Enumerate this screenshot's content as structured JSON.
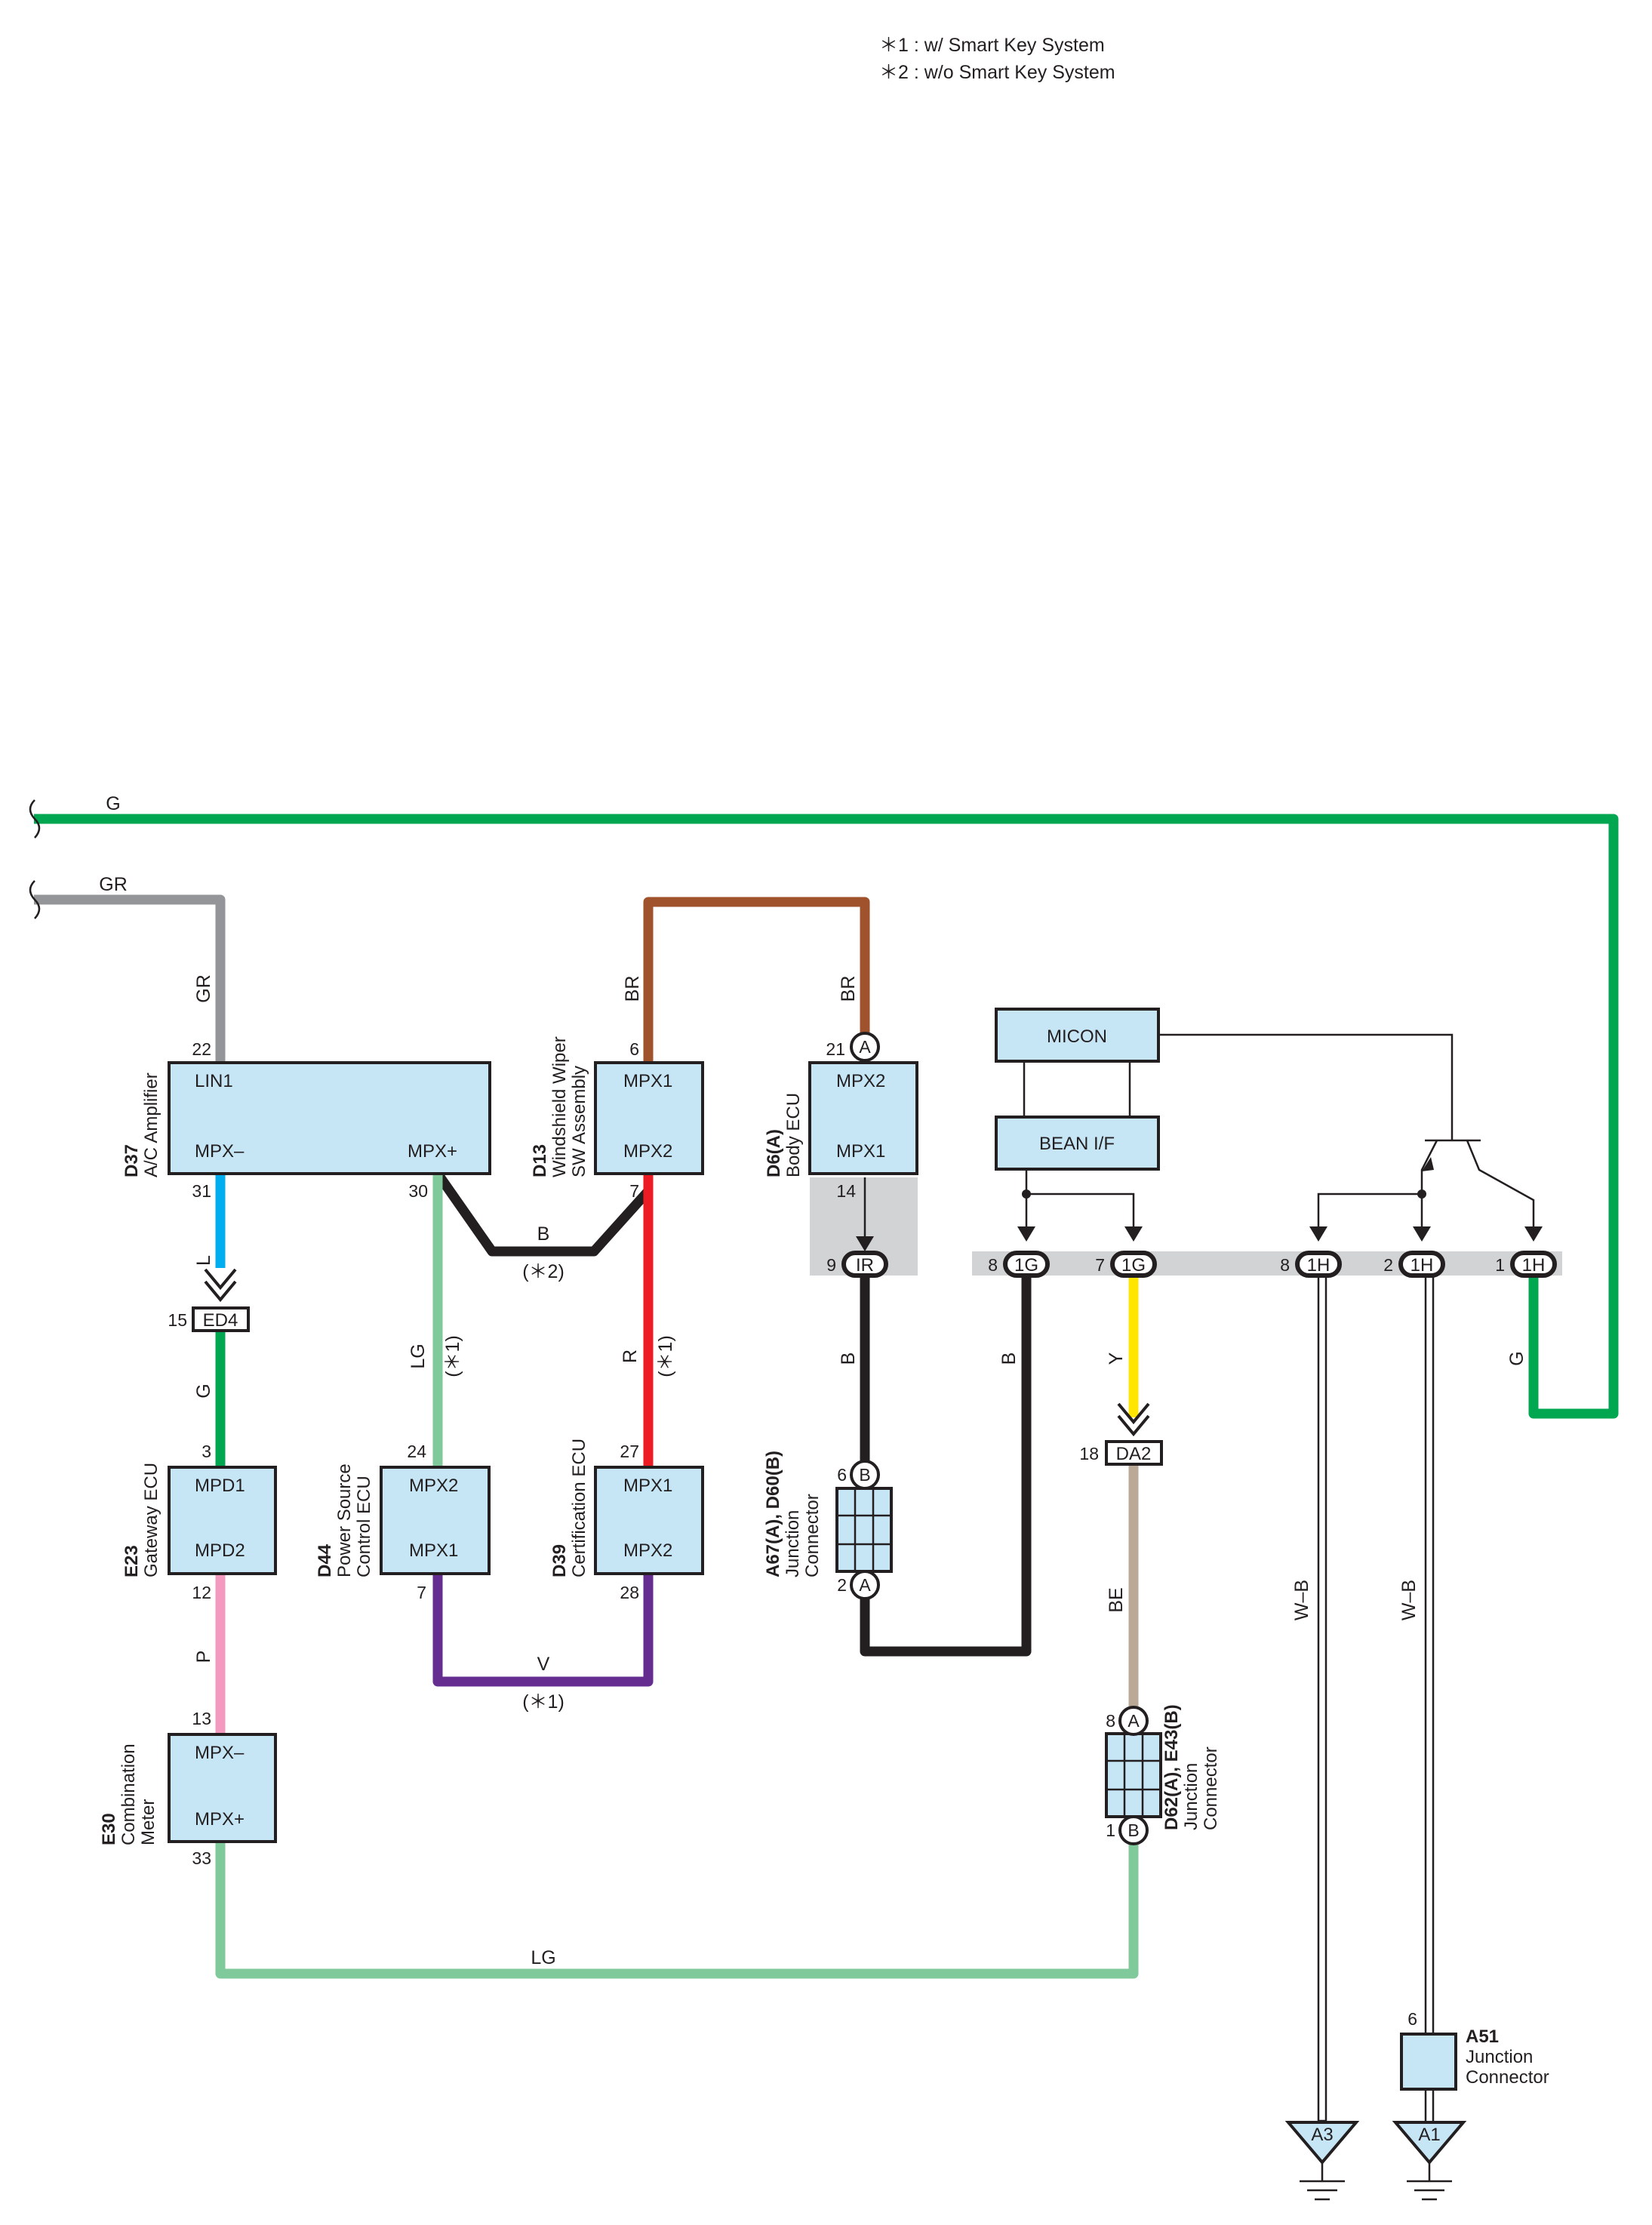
{
  "notes": {
    "note1": "＊1 : w/ Smart Key System",
    "note2": "＊2 : w/o Smart Key System"
  },
  "colors": {
    "G": "#00a650",
    "GR": "#939598",
    "BR": "#a0522d",
    "B": "#231f20",
    "L": "#00aeef",
    "LG": "#7fc99a",
    "R": "#ed1c24",
    "P": "#f49ac1",
    "V": "#662d91",
    "Y": "#ffe600",
    "BE": "#bba997",
    "box": "#c6e6f6",
    "bus": "#d1d3d4"
  },
  "wires": {
    "G": "G",
    "GR": "GR",
    "BR": "BR",
    "B": "B",
    "L": "L",
    "LG": "LG",
    "R": "R",
    "P": "P",
    "V": "V",
    "Y": "Y",
    "BE": "BE",
    "WB": "W–B"
  },
  "marks": {
    "s1": "(＊1)",
    "s2": "(＊2)"
  },
  "components": {
    "d37": {
      "code": "D37",
      "name1": "A/C Amplifier",
      "pin_lin1": "LIN1",
      "pin_mpxm": "MPX–",
      "pin_mpxp": "MPX+"
    },
    "d13": {
      "code": "D13",
      "name1": "Windshield Wiper",
      "name2": "SW Assembly",
      "pin_mpx1": "MPX1",
      "pin_mpx2": "MPX2"
    },
    "d6": {
      "code": "D6(A)",
      "name1": "Body ECU",
      "pin_mpx2": "MPX2",
      "pin_mpx1": "MPX1"
    },
    "micon": {
      "label": "MICON"
    },
    "bean": {
      "label": "BEAN I/F"
    },
    "e23": {
      "code": "E23",
      "name1": "Gateway ECU",
      "pin_mpd1": "MPD1",
      "pin_mpd2": "MPD2"
    },
    "d44": {
      "code": "D44",
      "name1": "Power Source",
      "name2": "Control ECU",
      "pin_mpx2": "MPX2",
      "pin_mpx1": "MPX1"
    },
    "d39": {
      "code": "D39",
      "name1": "Certification ECU",
      "pin_mpx1": "MPX1",
      "pin_mpx2": "MPX2"
    },
    "e30": {
      "code": "E30",
      "name1": "Combination",
      "name2": "Meter",
      "pin_mpxm": "MPX–",
      "pin_mpxp": "MPX+"
    },
    "jc1": {
      "code": "A67(A), D60(B)",
      "name1": "Junction",
      "name2": "Connector"
    },
    "jc2": {
      "code": "D62(A), E43(B)",
      "name1": "Junction",
      "name2": "Connector"
    },
    "a51": {
      "code": "A51",
      "name1": "Junction",
      "name2": "Connector"
    }
  },
  "connectors": {
    "ed4": "ED4",
    "da2": "DA2",
    "ir": "IR",
    "g1": "1G",
    "h1": "1H",
    "a": "A",
    "b": "B"
  },
  "grounds": {
    "a3": "A3",
    "a1": "A1"
  },
  "pins": {
    "p22": "22",
    "p31": "31",
    "p30": "30",
    "p6": "6",
    "p7": "7",
    "p21": "21",
    "p14": "14",
    "p15": "15",
    "p3": "3",
    "p12": "12",
    "p13": "13",
    "p33": "33",
    "p24": "24",
    "p7b": "7",
    "p27": "27",
    "p28": "28",
    "p9": "9",
    "p8": "8",
    "p7c": "7",
    "p8b": "8",
    "p2": "2",
    "p1": "1",
    "p6b": "6",
    "p2b": "2",
    "p18": "18",
    "p8c": "8",
    "p1b": "1",
    "p6c": "6"
  }
}
